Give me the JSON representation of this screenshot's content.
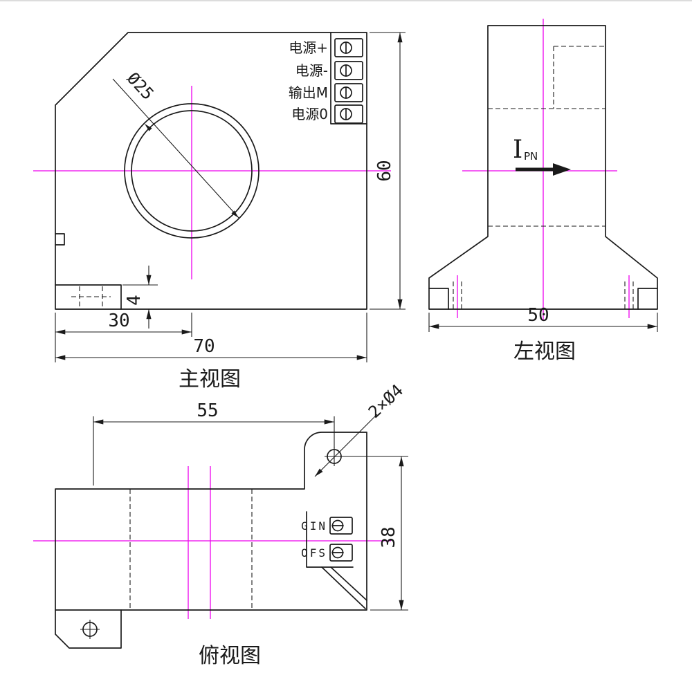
{
  "drawing": {
    "background": "#ffffff",
    "colors": {
      "line": "#1a1a1a",
      "dimension": "#1a1a1a",
      "centerline": "#ee00ee"
    },
    "front_view": {
      "title": "主视图",
      "terminals": [
        {
          "label": "电源+"
        },
        {
          "label": "电源-"
        },
        {
          "label": "输出M"
        },
        {
          "label": "电源0"
        }
      ],
      "dimensions": {
        "hole_diameter": "Ø25",
        "height": "60",
        "foot_height": "4",
        "hole_center_offset": "30",
        "width": "70"
      }
    },
    "left_view": {
      "title": "左视图",
      "current_arrow": {
        "symbol": "I",
        "subscript": "PN"
      },
      "dimensions": {
        "base_width": "50"
      }
    },
    "top_view": {
      "title": "俯视图",
      "terminals": [
        {
          "label": "GIN"
        },
        {
          "label": "OFS"
        }
      ],
      "dimensions": {
        "hole_span": "55",
        "mount_holes": "2×Ø4",
        "depth": "38"
      }
    }
  }
}
